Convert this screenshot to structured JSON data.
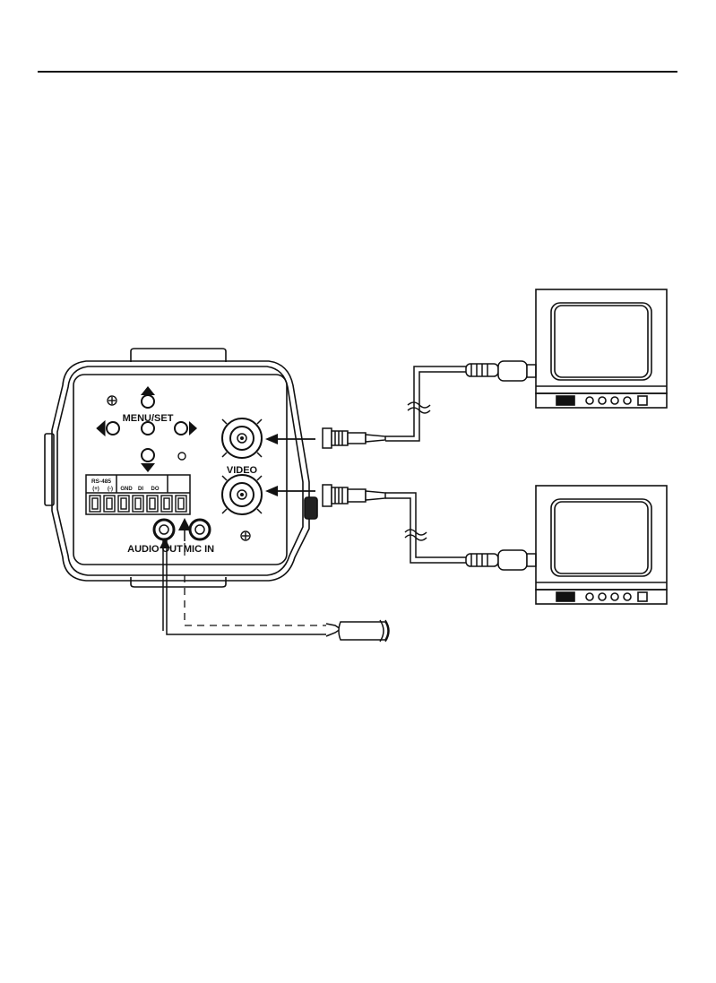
{
  "camera": {
    "menu_label": "MENU/SET",
    "video_label": "VIDEO",
    "terminal": {
      "header": "RS-485",
      "plus": "(+)",
      "minus": "(-)",
      "gnd": "GND",
      "di": "DI",
      "do": "DO"
    },
    "audio_out_label": "AUDIO OUT",
    "mic_in_label": "MIC IN"
  },
  "colors": {
    "line": "#111111",
    "background": "#ffffff"
  }
}
